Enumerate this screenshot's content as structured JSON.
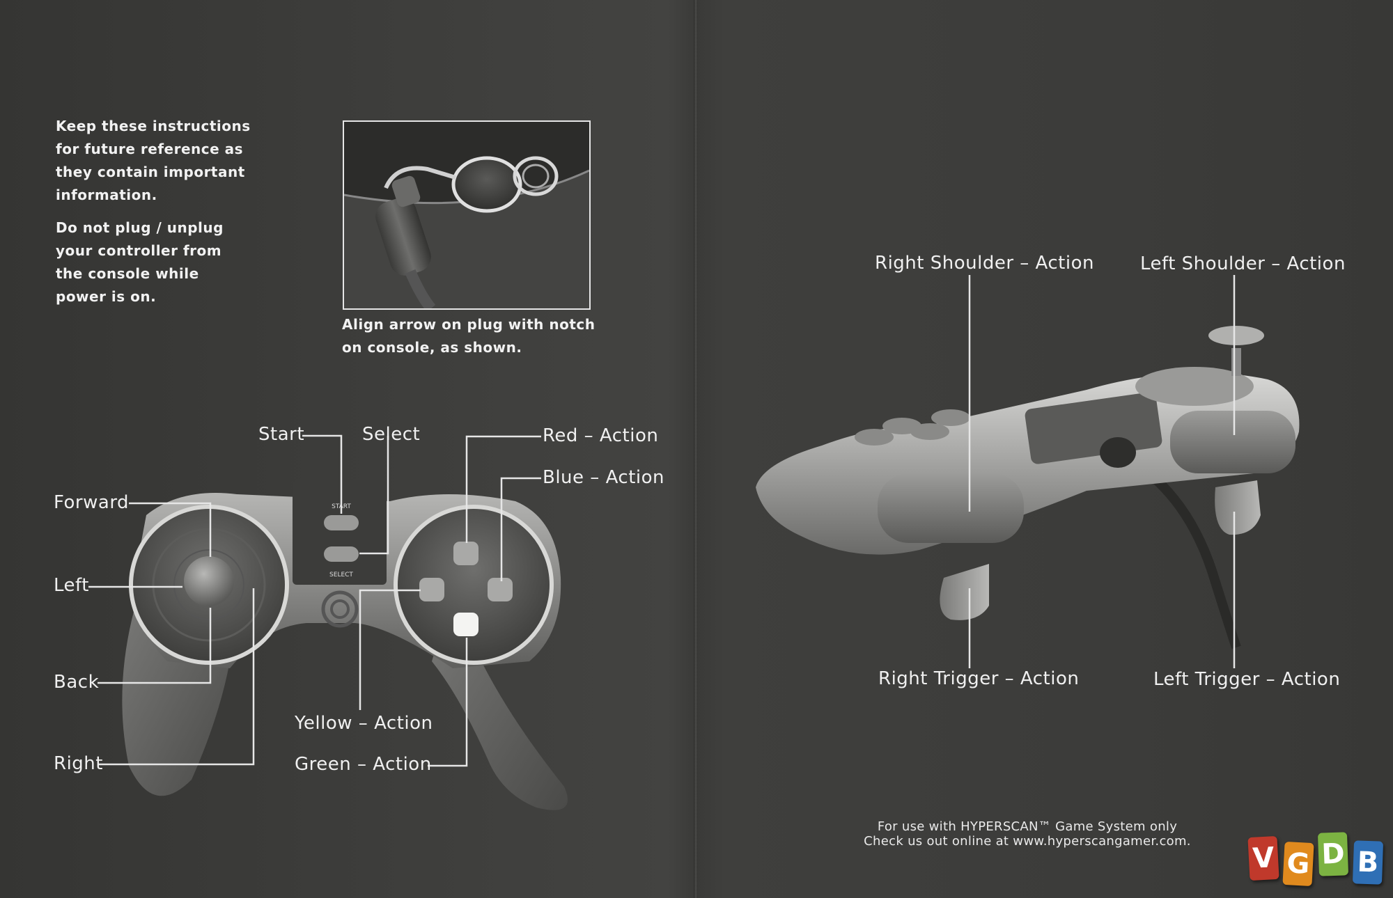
{
  "left_page": {
    "warning_paragraph_1": [
      "Keep these instructions",
      "for future reference as",
      "they contain important",
      "information."
    ],
    "warning_paragraph_2": [
      "Do not plug / unplug",
      "your controller from",
      "the console while",
      "power is on."
    ],
    "plug_caption": [
      "Align arrow on plug with notch",
      "on console, as shown."
    ],
    "controller_buttons": {
      "start_label": "START",
      "select_label": "SELECT"
    },
    "labels": {
      "start": "Start",
      "select": "Select",
      "red": "Red – Action",
      "blue": "Blue – Action",
      "forward": "Forward",
      "left": "Left",
      "back": "Back",
      "right": "Right",
      "yellow": "Yellow – Action",
      "green": "Green – Action"
    }
  },
  "right_page": {
    "labels": {
      "right_shoulder": "Right Shoulder – Action",
      "left_shoulder": "Left Shoulder – Action",
      "right_trigger": "Right Trigger – Action",
      "left_trigger": "Left Trigger – Action"
    },
    "footer": [
      "For use with HYPERSCAN™ Game System only",
      "Check us out online at www.hyperscangamer.com."
    ]
  },
  "watermark": {
    "letters": [
      "V",
      "G",
      "D",
      "B"
    ],
    "colors": [
      "#c0392b",
      "#e08a1e",
      "#7cb342",
      "#2f6fb5"
    ]
  }
}
